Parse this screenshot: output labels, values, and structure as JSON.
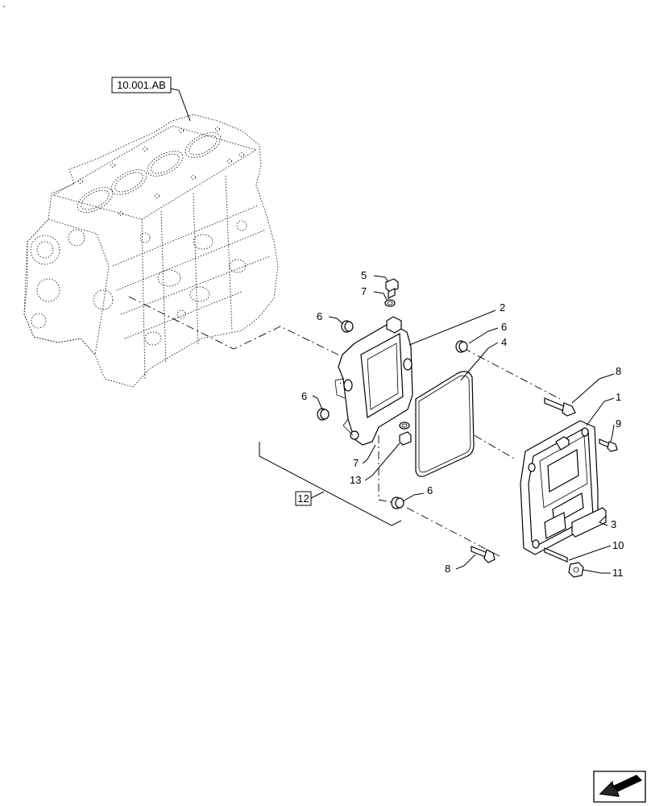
{
  "reference_labels": {
    "block_ref": "10.001.AB",
    "group_ref": "12"
  },
  "callouts": {
    "c5": "5",
    "c7a": "7",
    "c2": "2",
    "c6a": "6",
    "c6b": "6",
    "c4": "4",
    "c6c": "6",
    "c8a": "8",
    "c1": "1",
    "c9": "9",
    "c7b": "7",
    "c13": "13",
    "c6d": "6",
    "c3": "3",
    "c10": "10",
    "c11": "11",
    "c8b": "8"
  },
  "corner_mark": ".",
  "icons": {
    "nav": "next-page-arrow-icon"
  }
}
